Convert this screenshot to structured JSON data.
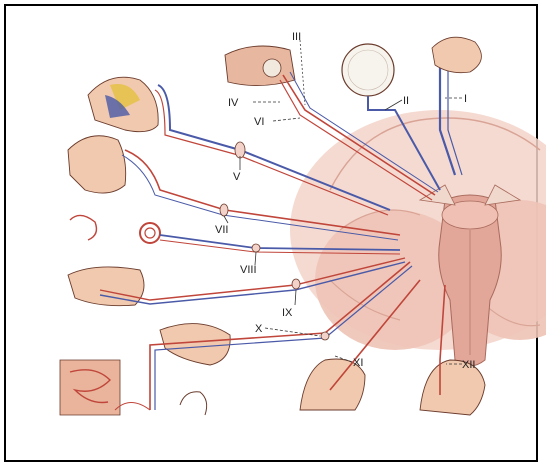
{
  "labels": {
    "I": "I",
    "II": "II",
    "III": "III",
    "IV": "IV",
    "V": "V",
    "VI": "VI",
    "VII": "VII",
    "VIII": "VIII",
    "IX": "IX",
    "X": "X",
    "XI": "XI",
    "XII": "XII"
  },
  "colors": {
    "nerve_red": "#c0453a",
    "nerve_blue": "#4a5aa8",
    "brain_pink": "#eab8ab",
    "brainstem": "#e3a79a",
    "skin": "#f1c9ae",
    "outline": "#6a3b2c"
  }
}
